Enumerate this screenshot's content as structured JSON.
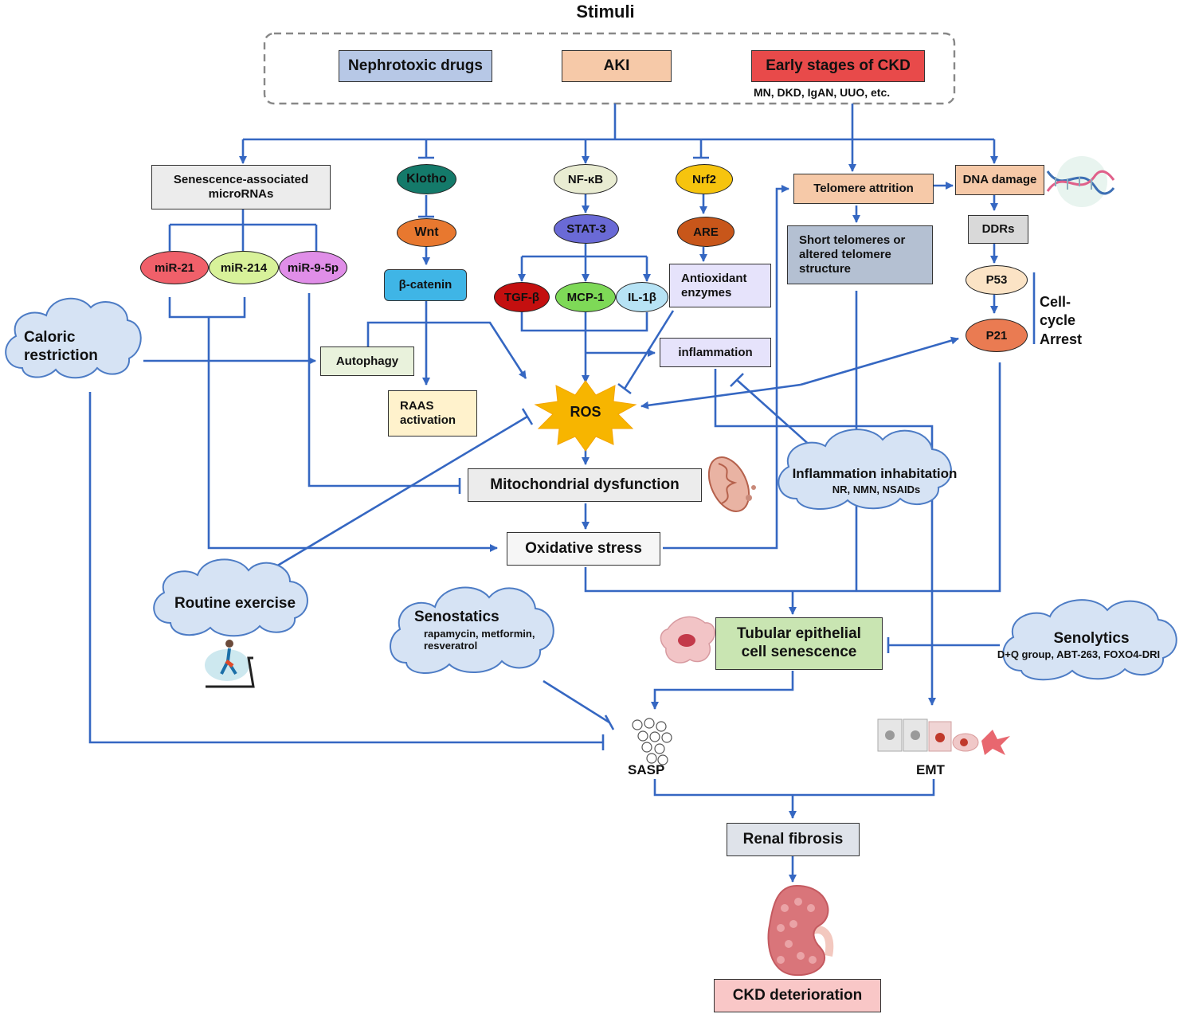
{
  "title": "Stimuli",
  "stimuli": {
    "nephrotoxic": "Nephrotoxic drugs",
    "aki": "AKI",
    "ckd_early": "Early stages of CKD",
    "ckd_examples": "MN, DKD, IgAN, UUO, etc."
  },
  "nodes": {
    "senescence_mirnas": "Senescence-associated microRNAs",
    "mir21": "miR-21",
    "mir214": "miR-214",
    "mir95p": "miR-9-5p",
    "klotho": "Klotho",
    "wnt": "Wnt",
    "bcatenin": "β-catenin",
    "nfkb": "NF-κB",
    "stat3": "STAT-3",
    "tgfb": "TGF-β",
    "mcp1": "MCP-1",
    "il1b": "IL-1β",
    "nrf2": "Nrf2",
    "are": "ARE",
    "antioxidant": "Antioxidant enzymes",
    "telomere_attrition": "Telomere attrition",
    "dna_damage": "DNA damage",
    "short_telomeres": "Short telomeres or altered telomere structure",
    "ddrs": "DDRs",
    "p53": "P53",
    "p21": "P21",
    "cell_cycle_arrest": "Cell-cycle Arrest",
    "autophagy": "Autophagy",
    "raas": "RAAS activation",
    "ros": "ROS",
    "inflammation": "inflammation",
    "mito": "Mitochondrial dysfunction",
    "oxidative": "Oxidative stress",
    "tubular": "Tubular epithelial cell senescence",
    "sasp": "SASP",
    "emt": "EMT",
    "renal_fibrosis": "Renal fibrosis",
    "ckd_det": "CKD deterioration"
  },
  "interventions": {
    "caloric": "Caloric restriction",
    "routine_exercise": "Routine exercise",
    "senostatics": "Senostatics",
    "senostatics_examples": "rapamycin, metformin, resveratrol",
    "inflam_inhib": "Inflammation inhabitation",
    "inflam_inhib_examples": "NR, NMN, NSAIDs",
    "senolytics": "Senolytics",
    "senolytics_examples": "D+Q group, ABT-263, FOXO4-DRI"
  },
  "colors": {
    "line": "#3567c2",
    "nephrotoxic": "#b7c8e6",
    "aki": "#f6c9a8",
    "ckd": "#e84a4a",
    "klotho": "#147a6a",
    "wnt": "#e8782f",
    "bcatenin": "#3fb5e6",
    "nfkb": "#e9ecd2",
    "stat3": "#6a6ad6",
    "tgfb": "#c40f0f",
    "mcp1": "#7ed957",
    "il1b": "#b7e3f5",
    "nrf2": "#f6c40e",
    "are": "#c8561a",
    "mir21": "#f0606a",
    "mir214": "#d8f29a",
    "mir95p": "#e08ee8",
    "tubular": "#c9e5b2",
    "cloud": "#d6e3f4",
    "ros": "#f7b500"
  }
}
